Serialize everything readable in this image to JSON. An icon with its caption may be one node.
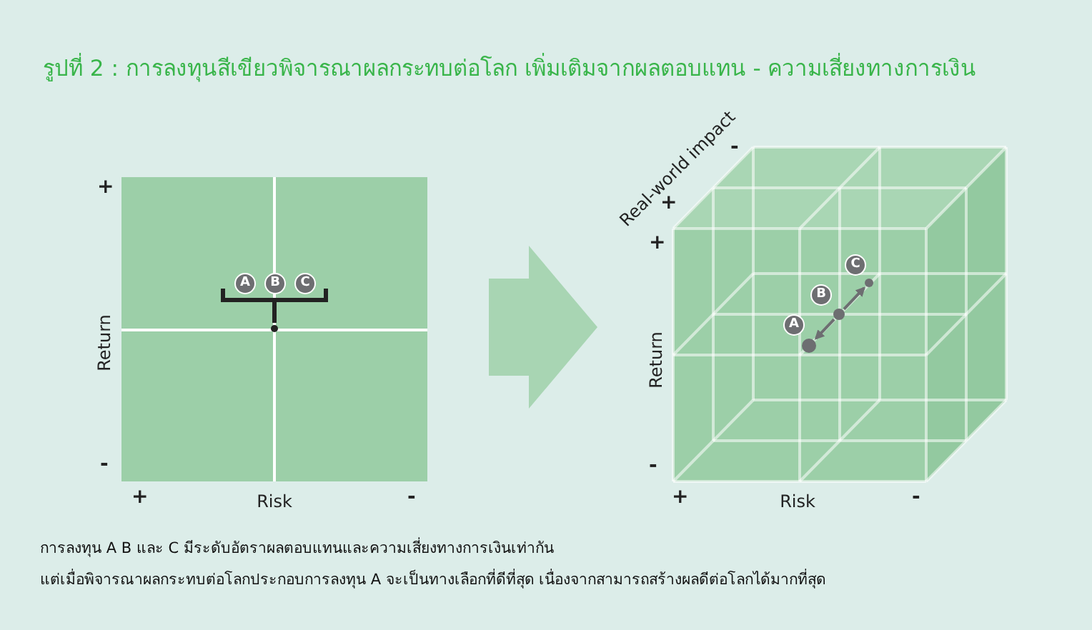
{
  "diagram": {
    "title": "รูปที่ 2 : การลงทุนสีเขียวพิจารณาผลกระทบต่อโลก เพิ่มเติมจากผลตอบแทน - ความเสี่ยงทางการเงิน",
    "nodes": [
      {
        "text": [],
        "shape": "box"
      },
      {
        "text": [
          "A"
        ],
        "in": 0
      },
      {
        "text": [
          "B"
        ],
        "in": 0
      },
      {
        "text": [
          "C"
        ],
        "in": 0
      },
      {
        "text": [],
        "shape": "box"
      },
      {
        "text": [
          "A"
        ],
        "in": 4
      },
      {
        "text": [
          "B"
        ],
        "in": 4
      },
      {
        "text": [
          "C"
        ],
        "in": 4
      },
      {
        "text": [],
        "shape": "circle",
        "in": 4
      },
      {
        "text": [],
        "shape": "circle",
        "in": 4
      },
      {
        "text": [],
        "shape": "circle",
        "in": 4
      }
    ],
    "edges": [
      {
        "from": 0,
        "to": 4,
        "arrow": "to",
        "style": "thick"
      },
      {
        "from": 9,
        "to": 8,
        "arrow": "to"
      },
      {
        "from": 9,
        "to": 10,
        "arrow": "to"
      }
    ],
    "labels": [
      "+",
      "-",
      "Return",
      "+",
      "Risk",
      "-",
      "-",
      "Real-world impact",
      "+",
      "+",
      "Return",
      "-",
      "+",
      "Risk",
      "-",
      "การลงทุน A B และ C มีระดับอัตราผลตอบแทนและความเสี่ยงทางการเงินเท่ากัน",
      "แต่เมื่อพิจารณาผลกระทบต่อโลกประกอบการลงทุน A จะเป็นทางเลือกที่ดีที่สุด เนื่องจากสามารถสร้างผลดีต่อโลกได้มากที่สุด"
    ]
  }
}
